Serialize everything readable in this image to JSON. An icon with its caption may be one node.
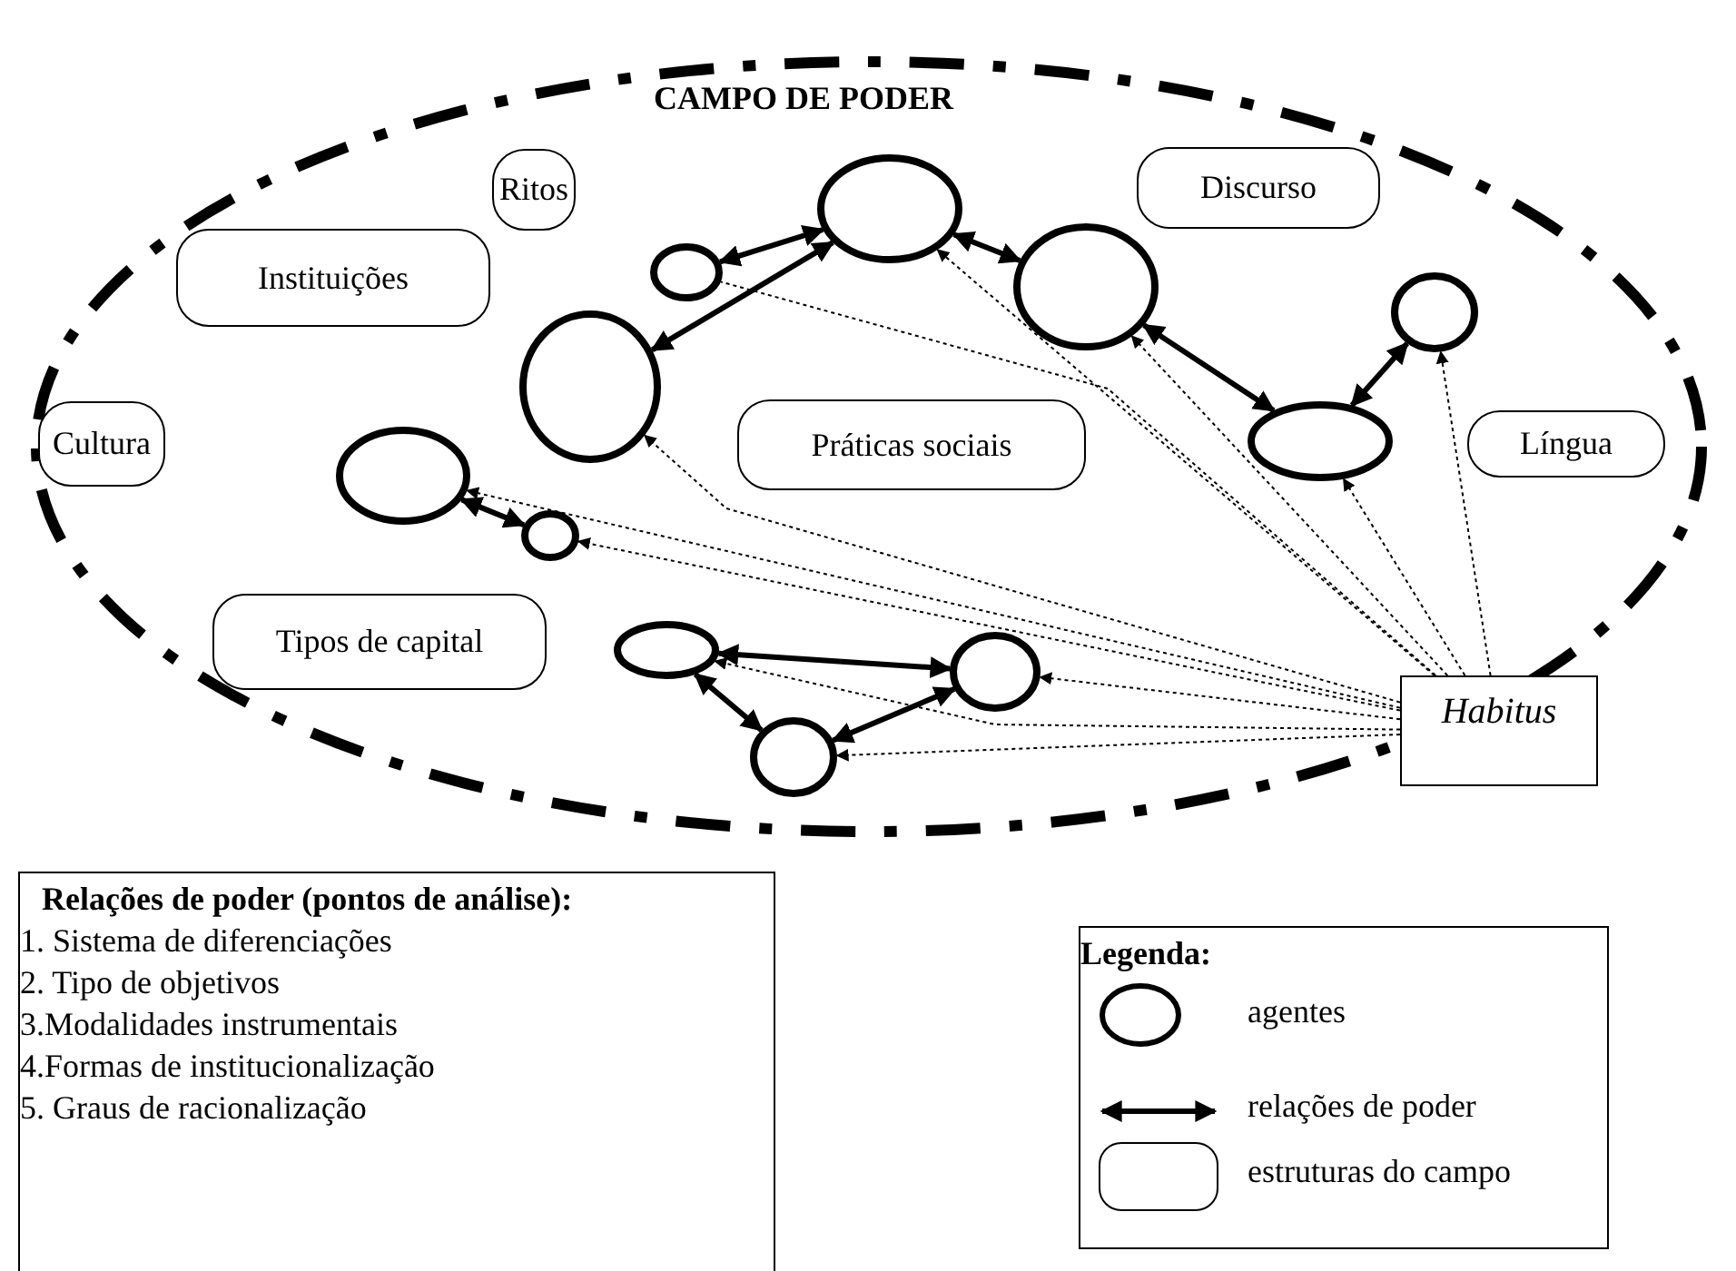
{
  "diagram": {
    "nodes": [
      {
        "text": [
          "CAMPO DE PODER"
        ]
      },
      {
        "text": [
          "Ritos"
        ],
        "in": 0
      },
      {
        "text": [
          "Discurso"
        ],
        "in": 0
      },
      {
        "text": [
          "Instituições"
        ],
        "in": 0
      },
      {
        "text": [
          "Cultura"
        ],
        "in": 0
      },
      {
        "text": [
          "Práticas sociais"
        ],
        "in": 0
      },
      {
        "text": [
          "Língua"
        ],
        "in": 0
      },
      {
        "text": [
          "Tipos de capital"
        ],
        "in": 0
      },
      {
        "text": [],
        "shape": "circle",
        "in": 0
      },
      {
        "text": [],
        "shape": "circle",
        "in": 0
      },
      {
        "text": [],
        "shape": "circle",
        "in": 0
      },
      {
        "text": [],
        "shape": "circle",
        "in": 0
      },
      {
        "text": [],
        "shape": "circle",
        "in": 0
      },
      {
        "text": [],
        "shape": "circle",
        "in": 0
      },
      {
        "text": [],
        "shape": "circle",
        "in": 0
      },
      {
        "text": [],
        "shape": "circle",
        "in": 0
      },
      {
        "text": [],
        "shape": "circle",
        "in": 0
      },
      {
        "text": [],
        "shape": "circle",
        "in": 0
      },
      {
        "text": [],
        "shape": "circle",
        "in": 0
      },
      {
        "text": [
          "Habitus"
        ]
      },
      {
        "text": [
          "Relações de poder (pontos de análise):",
          "1. Sistema de diferenciações",
          "2. Tipo de objetivos",
          "3.Modalidades instrumentais",
          "4.Formas de institucionalização",
          "5. Graus de racionalização"
        ]
      }
    ],
    "edges": [
      {
        "from": 9,
        "to": 8,
        "arrow": "both",
        "style": "thick"
      },
      {
        "from": 12,
        "to": 8,
        "arrow": "both",
        "style": "thick"
      },
      {
        "from": 8,
        "to": 10,
        "arrow": "both",
        "style": "thick"
      },
      {
        "from": 10,
        "to": 14,
        "arrow": "both",
        "style": "thick"
      },
      {
        "from": 14,
        "to": 11,
        "arrow": "both",
        "style": "thick"
      },
      {
        "from": 13,
        "to": 15,
        "arrow": "both",
        "style": "thick"
      },
      {
        "from": 16,
        "to": 17,
        "arrow": "both",
        "style": "thick"
      },
      {
        "from": 16,
        "to": 18,
        "arrow": "both",
        "style": "thick"
      },
      {
        "from": 18,
        "to": 17,
        "arrow": "both",
        "style": "thick"
      },
      {
        "from": 19,
        "to": 8,
        "arrow": "to",
        "style": "dashed"
      },
      {
        "from": 19,
        "to": 9,
        "arrow": "none",
        "style": "dashed"
      },
      {
        "from": 19,
        "to": 10,
        "arrow": "to",
        "style": "dashed"
      },
      {
        "from": 19,
        "to": 11,
        "arrow": "to",
        "style": "dashed"
      },
      {
        "from": 19,
        "to": 12,
        "arrow": "to",
        "style": "dashed"
      },
      {
        "from": 19,
        "to": 13,
        "arrow": "to",
        "style": "dashed"
      },
      {
        "from": 19,
        "to": 14,
        "arrow": "to",
        "style": "dashed"
      },
      {
        "from": 19,
        "to": 15,
        "arrow": "to",
        "style": "dashed"
      },
      {
        "from": 19,
        "to": 16,
        "arrow": "to",
        "style": "dashed"
      },
      {
        "from": 19,
        "to": 17,
        "arrow": "to",
        "style": "dashed"
      },
      {
        "from": 19,
        "to": 18,
        "arrow": "to",
        "style": "dashed"
      }
    ],
    "labels": [
      "Legenda:"
    ],
    "legend": [
      {
        "text": "agentes"
      },
      {
        "text": "relações de poder"
      },
      {
        "text": "estruturas do campo"
      }
    ]
  }
}
